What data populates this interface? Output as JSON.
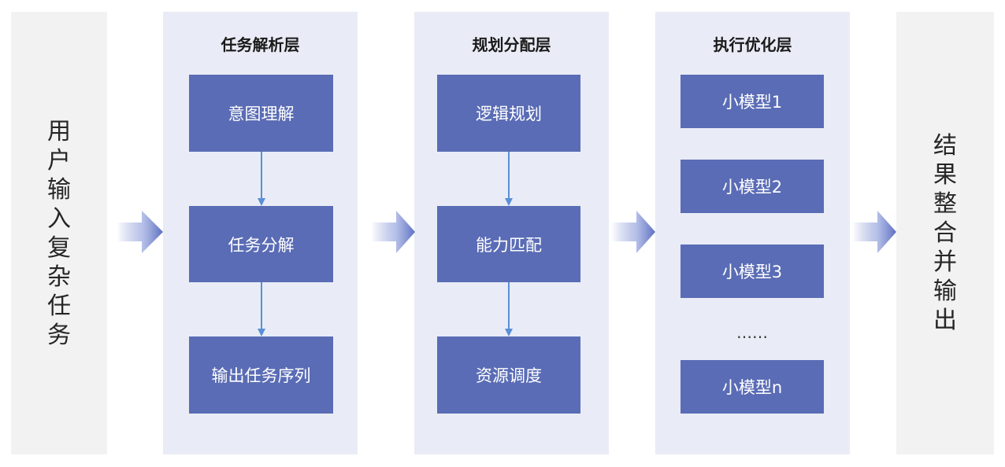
{
  "input": {
    "chars": [
      "用",
      "户",
      "输",
      "入",
      "复",
      "杂",
      "任",
      "务"
    ]
  },
  "output": {
    "chars": [
      "结",
      "果",
      "整",
      "合",
      "并",
      "输",
      "出"
    ]
  },
  "layers": [
    {
      "title": "任务解析层",
      "boxes": [
        "意图理解",
        "任务分解",
        "输出任务序列"
      ]
    },
    {
      "title": "规划分配层",
      "boxes": [
        "逻辑规划",
        "能力匹配",
        "资源调度"
      ]
    },
    {
      "title": "执行优化层",
      "boxes": [
        "小模型1",
        "小模型2",
        "小模型3",
        "小模型n"
      ],
      "ellipsis": "……"
    }
  ],
  "colors": {
    "box": "#5a6cb5",
    "connector": "#5b8fd6",
    "layer_bg": "#e9ecf6",
    "side_bg": "#f2f2f2",
    "flow_arrow": "#5b6fc0"
  }
}
